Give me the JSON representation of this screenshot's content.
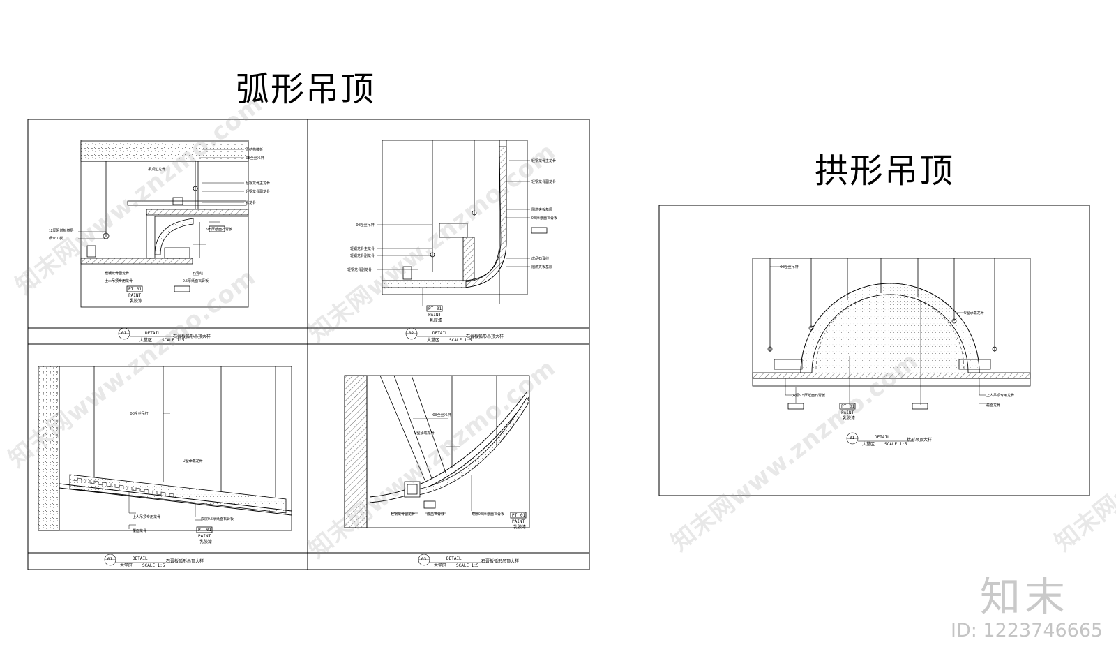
{
  "titles": {
    "left": "弧形吊顶",
    "right": "拱形吊顶"
  },
  "branding": {
    "logo": "知末",
    "id": "ID: 1223746665"
  },
  "watermark": {
    "text": "知末网www.znzmo.com"
  },
  "details": {
    "d1": {
      "num": "01",
      "heading": "DETAIL",
      "sub": "大堂区",
      "scale": "SCALE 1:5",
      "desc": "石膏板弧形吊顶大样",
      "labels": [
        "原结构楼板",
        "Φ8全丝吊杆",
        "吊顶边龙骨",
        "轻钢龙骨主龙骨",
        "轻钢龙骨副龙骨",
        "木龙骨",
        "12厚阻燃板基层",
        "9.5厚纸面石膏板",
        "细木工板",
        "石膏线",
        "乳胶漆"
      ],
      "tag": [
        "PT",
        "01",
        "PAINT"
      ]
    },
    "d2": {
      "num": "02",
      "heading": "DETAIL",
      "sub": "大堂区",
      "scale": "SCALE 1:5",
      "desc": "石膏板弧形吊顶大样",
      "labels": [
        "轻钢龙骨主龙骨",
        "轻钢龙骨副龙骨",
        "Φ8全丝吊杆",
        "阻燃夹板基层",
        "9.5厚纸面石膏板",
        "成品石膏线",
        "乳胶漆"
      ],
      "tag": [
        "PT",
        "01",
        "PAINT"
      ]
    },
    "d3": {
      "num": "01",
      "heading": "DETAIL",
      "sub": "大堂区",
      "scale": "SCALE 1:5",
      "desc": "石膏板弧形吊顶大样",
      "labels": [
        "Φ8全丝吊杆",
        "U型承载龙骨",
        "上人吊顶专用龙骨",
        "覆面龙骨",
        "双层9.5厚纸面石膏板",
        "乳胶漆"
      ],
      "tag": [
        "PT",
        "01",
        "PAINT"
      ]
    },
    "d4": {
      "num": "03",
      "heading": "DETAIL",
      "sub": "大堂区",
      "scale": "SCALE 1:5",
      "desc": "石膏板弧形吊顶大样",
      "labels": [
        "Φ8全丝吊杆",
        "U型承载龙骨",
        "轻钢龙骨副龙骨",
        "成品石膏线",
        "双层9.5厚纸面石膏板",
        "乳胶漆"
      ],
      "tag": [
        "PT",
        "01",
        "PAINT"
      ]
    },
    "d5": {
      "num": "01",
      "heading": "DETAIL",
      "sub": "大堂区",
      "scale": "SCALE 1:5",
      "desc": "拱形吊顶大样",
      "labels": [
        "Φ8全丝吊杆",
        "U型承载龙骨",
        "双层9.5厚纸面石膏板",
        "上人吊顶专用龙骨",
        "覆面龙骨",
        "乳胶漆"
      ],
      "tag": [
        "PT",
        "01",
        "PAINT"
      ]
    }
  }
}
